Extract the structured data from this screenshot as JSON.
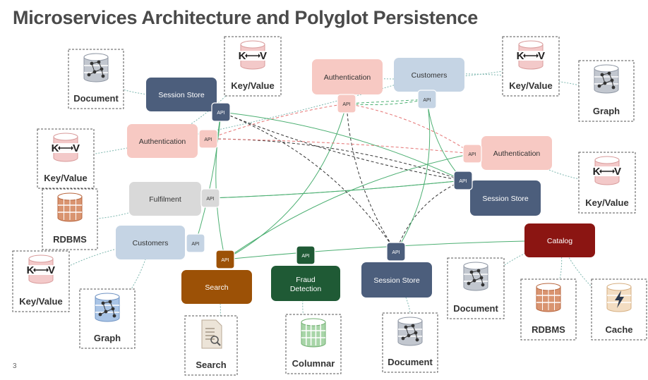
{
  "title": "Microservices Architecture and Polyglot Persistence",
  "page_number": "3",
  "api_label": "API",
  "colors": {
    "session_store": "#4c5e7c",
    "authentication": "#f7c9c3",
    "customers": "#c5d4e4",
    "fulfilment": "#d9d9d9",
    "search": "#9c5106",
    "fraud": "#1f5a35",
    "catalog": "#8b1512",
    "edge_green": "#4caf72",
    "edge_dark": "#333333",
    "edge_red": "#e57373",
    "edge_teal": "#7fb8b0"
  },
  "services": [
    {
      "id": "session-store-1",
      "label": "Session Store",
      "color": "session_store",
      "text": "light",
      "api_position": "bottom-right"
    },
    {
      "id": "authentication-1",
      "label": "Authentication",
      "color": "authentication",
      "text": "dark",
      "api_position": "right"
    },
    {
      "id": "fulfilment",
      "label": "Fulfilment",
      "color": "fulfilment",
      "text": "dark",
      "api_position": "right"
    },
    {
      "id": "customers-1",
      "label": "Customers",
      "color": "customers",
      "text": "dark",
      "api_position": "right"
    },
    {
      "id": "authentication-2",
      "label": "Authentication",
      "color": "authentication",
      "text": "dark",
      "api_position": "bottom"
    },
    {
      "id": "customers-2",
      "label": "Customers",
      "color": "customers",
      "text": "dark",
      "api_position": "bottom"
    },
    {
      "id": "authentication-3",
      "label": "Authentication",
      "color": "authentication",
      "text": "dark",
      "api_position": "left"
    },
    {
      "id": "session-store-2",
      "label": "Session Store",
      "color": "session_store",
      "text": "light",
      "api_position": "top-left"
    },
    {
      "id": "catalog",
      "label": "Catalog",
      "color": "catalog",
      "text": "light",
      "api_position": "none"
    },
    {
      "id": "search",
      "label": "Search",
      "color": "search",
      "text": "light",
      "api_position": "top"
    },
    {
      "id": "fraud-detection",
      "label": "Fraud Detection",
      "color": "fraud",
      "text": "light",
      "api_position": "top"
    },
    {
      "id": "session-store-3",
      "label": "Session Store",
      "color": "session_store",
      "text": "light",
      "api_position": "top"
    }
  ],
  "databases": [
    {
      "id": "db-document-1",
      "label": "Document",
      "icon": "document"
    },
    {
      "id": "db-keyvalue-1",
      "label": "Key/Value",
      "icon": "keyvalue"
    },
    {
      "id": "db-keyvalue-2",
      "label": "Key/Value",
      "icon": "keyvalue"
    },
    {
      "id": "db-graph-1",
      "label": "Graph",
      "icon": "graph"
    },
    {
      "id": "db-keyvalue-3",
      "label": "Key/Value",
      "icon": "keyvalue"
    },
    {
      "id": "db-keyvalue-4",
      "label": "Key/Value",
      "icon": "keyvalue"
    },
    {
      "id": "db-rdbms-1",
      "label": "RDBMS",
      "icon": "rdbms"
    },
    {
      "id": "db-keyvalue-5",
      "label": "Key/Value",
      "icon": "keyvalue"
    },
    {
      "id": "db-graph-2",
      "label": "Graph",
      "icon": "graph"
    },
    {
      "id": "db-search",
      "label": "Search",
      "icon": "search"
    },
    {
      "id": "db-columnar",
      "label": "Columnar",
      "icon": "columnar"
    },
    {
      "id": "db-document-2",
      "label": "Document",
      "icon": "document"
    },
    {
      "id": "db-document-3",
      "label": "Document",
      "icon": "document"
    },
    {
      "id": "db-rdbms-2",
      "label": "RDBMS",
      "icon": "rdbms"
    },
    {
      "id": "db-cache",
      "label": "Cache",
      "icon": "cache"
    }
  ],
  "storage_links": [
    [
      "session-store-1",
      "db-document-1"
    ],
    [
      "authentication-2",
      "db-keyvalue-2"
    ],
    [
      "customers-2",
      "db-keyvalue-3"
    ],
    [
      "authentication-1",
      "db-keyvalue-1"
    ],
    [
      "fulfilment",
      "db-rdbms-1"
    ],
    [
      "customers-1",
      "db-keyvalue-5"
    ],
    [
      "customers-2",
      "db-graph-1"
    ],
    [
      "authentication-3",
      "db-keyvalue-4"
    ],
    [
      "search",
      "db-search"
    ],
    [
      "fraud-detection",
      "db-columnar"
    ],
    [
      "session-store-3",
      "db-document-2"
    ],
    [
      "catalog",
      "db-document-3"
    ],
    [
      "catalog",
      "db-rdbms-2"
    ],
    [
      "catalog",
      "db-cache"
    ],
    [
      "customers-1",
      "db-graph-2"
    ]
  ]
}
